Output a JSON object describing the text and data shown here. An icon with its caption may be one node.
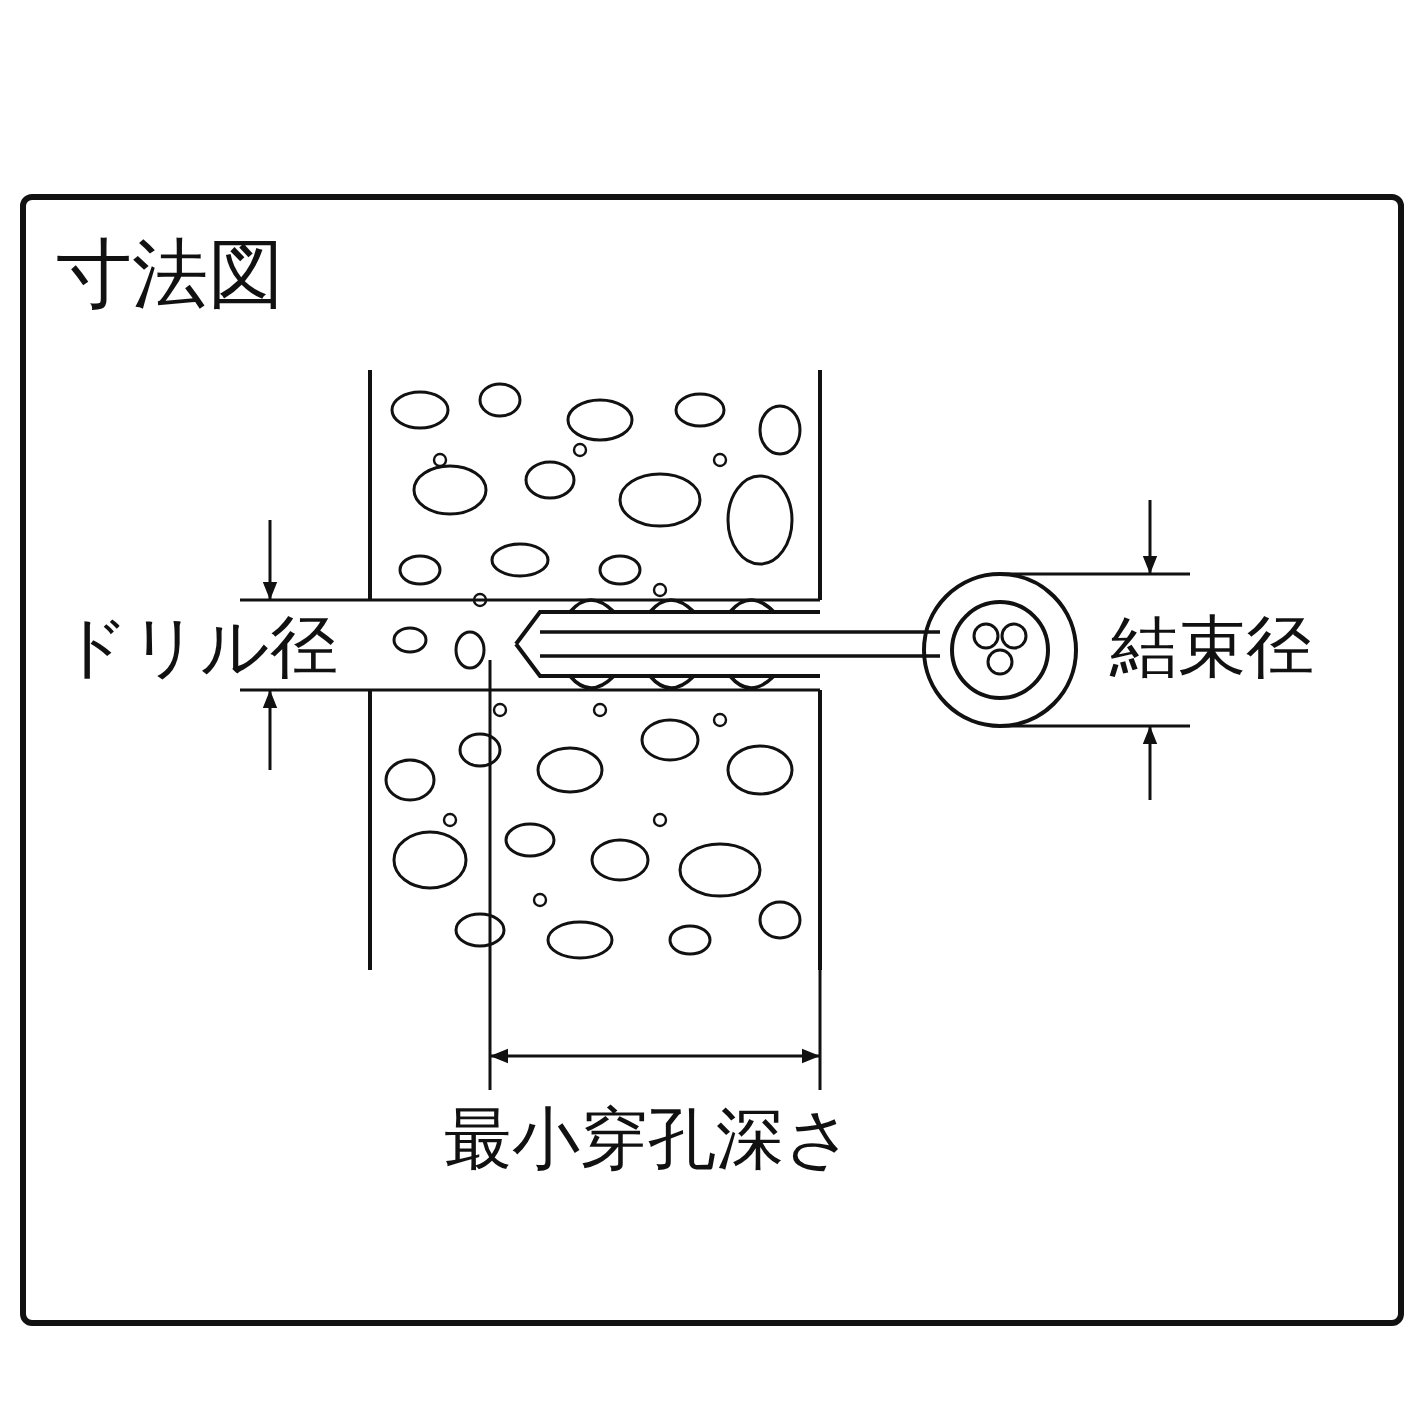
{
  "diagram": {
    "title": "寸法図",
    "labels": [
      "ドリル径",
      "結束径",
      "最小穿孔深さ"
    ]
  }
}
